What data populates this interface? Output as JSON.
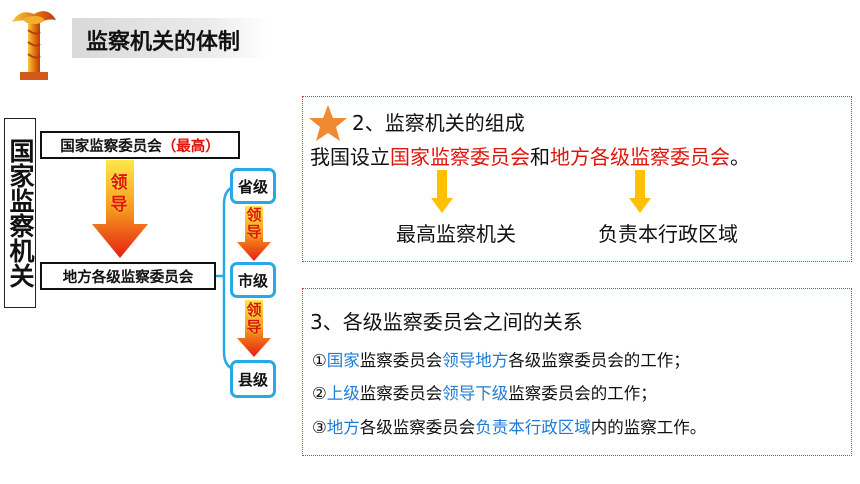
{
  "title": "监察机关的体制",
  "vertical_title": "国家监察机关",
  "national_box": {
    "name": "国家监察委员会",
    "note": "（最高）"
  },
  "local_box": "地方各级监察委员会",
  "lead_label": "领导",
  "levels": [
    "省级",
    "市级",
    "县级"
  ],
  "section2": {
    "heading": "2、监察机关的组成",
    "sentence_prefix": "我国设立",
    "national": "国家监察委员会",
    "and": "和",
    "local": "地方各级监察委员会",
    "end": "。",
    "left_result": "最高监察机关",
    "right_result": "负责本行政区域"
  },
  "section3": {
    "heading": "3、各级监察委员会之间的关系",
    "items": [
      {
        "num": "①",
        "a": "国家",
        "b": "监察委员会",
        "c": "领导地方",
        "d": "各级监察委员会的工作；"
      },
      {
        "num": "②",
        "a": "上级",
        "b": "监察委员会",
        "c": "领导下级",
        "d": "监察委员会的工作；"
      },
      {
        "num": "③",
        "a": "地方",
        "b": "各级监察委员会",
        "c": "负责本行政区域",
        "d": "内的监察工作。"
      }
    ]
  },
  "colors": {
    "accent_red": "#e0140b",
    "accent_blue": "#1f7bd4",
    "level_border": "#27a9e8",
    "star": "#f08a30"
  }
}
